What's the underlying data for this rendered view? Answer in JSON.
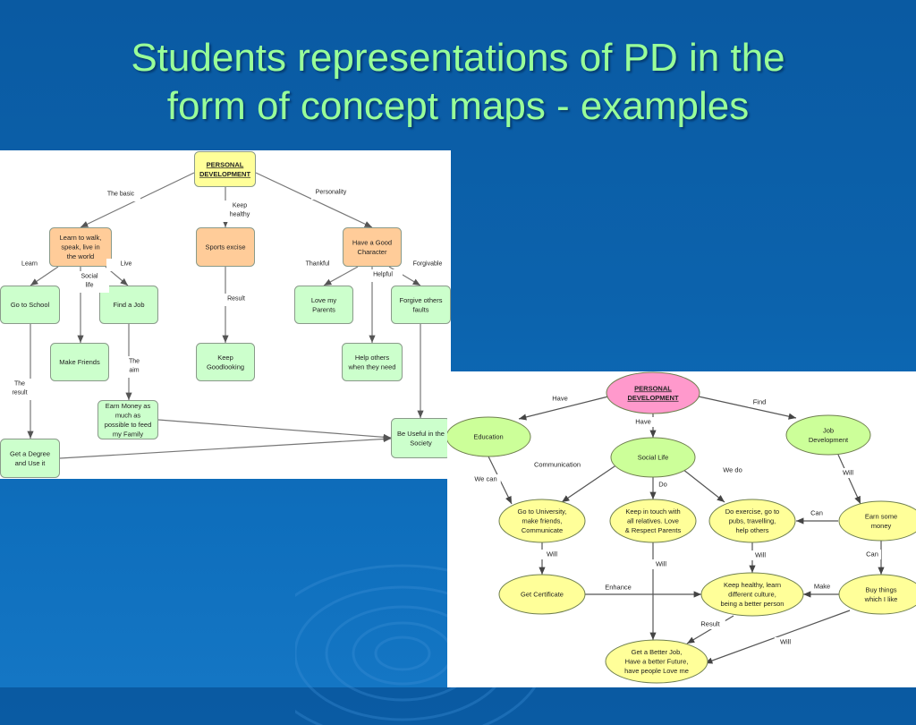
{
  "slide": {
    "title_line1": "Students representations of PD in the",
    "title_line2": "form of concept maps - examples"
  },
  "colors": {
    "background": "#0c63ad",
    "title": "#99ff99",
    "root_left": "#ffff99",
    "branch_left": "#ffcc99",
    "leaf_left": "#ccffcc",
    "root_right": "#ff99cc",
    "tier1_right": "#ccff99",
    "tier2_right": "#ffff99"
  },
  "map_left": {
    "root": [
      "PERSONAL",
      "DEVELOPMENT"
    ],
    "nodes": {
      "learn": [
        "Learn to walk,",
        "speak, live in",
        "the world"
      ],
      "sports": [
        "Sports excise"
      ],
      "character": [
        "Have a Good",
        "Character"
      ],
      "school": [
        "Go to School"
      ],
      "job": [
        "Find a Job"
      ],
      "love": [
        "Love my",
        "Parents"
      ],
      "forgive": [
        "Forgive others",
        "faults"
      ],
      "friends": [
        "Make Friends"
      ],
      "goodlooking": [
        "Keep",
        "Goodlooking"
      ],
      "helpothers": [
        "Help others",
        "when they need"
      ],
      "money": [
        "Earn Money as",
        "much as",
        "possible to feed",
        "my Family"
      ],
      "degree": [
        "Get a Degree",
        "and Use it"
      ],
      "useful": [
        "Be Useful in the",
        "Society"
      ]
    },
    "links": {
      "basic": [
        "The basic"
      ],
      "keep": [
        "Keep",
        "healthy"
      ],
      "personality": [
        "Personality"
      ],
      "learn": [
        "Learn"
      ],
      "social": [
        "Social",
        "life"
      ],
      "live": [
        "Live"
      ],
      "result": [
        "Result"
      ],
      "thankful": [
        "Thankful"
      ],
      "helpful": [
        "Helpful"
      ],
      "forgivable": [
        "Forgivable"
      ],
      "theresult": [
        "The",
        "result"
      ],
      "theaim": [
        "The",
        "aim"
      ]
    }
  },
  "map_right": {
    "root": [
      "PERSONAL",
      "DEVELOPMENT"
    ],
    "nodes": {
      "education": [
        "Education"
      ],
      "social": [
        "Social Life"
      ],
      "jobdev": [
        "Job",
        "Development"
      ],
      "university": [
        "Go to University,",
        "make friends,",
        "Communicate"
      ],
      "touch": [
        "Keep in touch with",
        "all relatives. Love",
        "& Respect Parents"
      ],
      "exercise": [
        "Do exercise, go to",
        "pubs, travelling,",
        "help others"
      ],
      "earn": [
        "Earn some",
        "money"
      ],
      "certificate": [
        "Get Certificate"
      ],
      "healthy": [
        "Keep healthy, learn",
        "different culture,",
        "being a better person"
      ],
      "buy": [
        "Buy things",
        "which I like"
      ],
      "betterjob": [
        "Get a Better Job,",
        "Have a better Future,",
        "have people Love me"
      ]
    },
    "links": {
      "have1": [
        "Have"
      ],
      "have2": [
        "Have"
      ],
      "find": [
        "Find"
      ],
      "wecan": [
        "We can"
      ],
      "communication": [
        "Communication"
      ],
      "do": [
        "Do"
      ],
      "wedo": [
        "We do"
      ],
      "will1": [
        "Will"
      ],
      "can1": [
        "Can"
      ],
      "will2": [
        "Will"
      ],
      "will3": [
        "Will"
      ],
      "will4": [
        "Will"
      ],
      "can2": [
        "Can"
      ],
      "enhance": [
        "Enhance"
      ],
      "make": [
        "Make"
      ],
      "result": [
        "Result"
      ],
      "will5": [
        "Will"
      ]
    }
  }
}
